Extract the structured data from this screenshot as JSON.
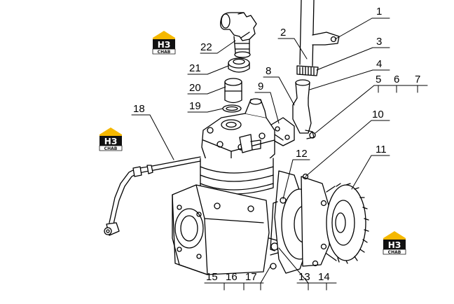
{
  "logos": [
    {
      "mark": "НЗ",
      "sub": "CHAB",
      "brand_color": "#f5b800"
    },
    {
      "mark": "НЗ",
      "sub": "CHAB",
      "brand_color": "#f5b800"
    },
    {
      "mark": "НЗ",
      "sub": "CHAB",
      "brand_color": "#f5b800"
    }
  ],
  "callouts": [
    "1",
    "2",
    "3",
    "4",
    "5",
    "6",
    "7",
    "8",
    "9",
    "10",
    "11",
    "12",
    "13",
    "14",
    "15",
    "16",
    "17",
    "18",
    "19",
    "20",
    "21",
    "22"
  ]
}
